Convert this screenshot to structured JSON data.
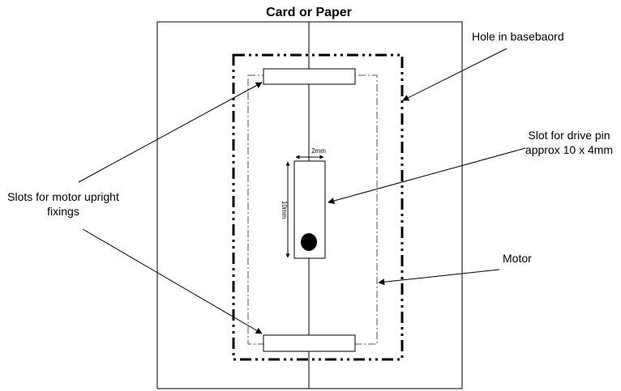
{
  "title": "Card or Paper",
  "labels": {
    "hole": "Hole in basebaord",
    "slots_line1": "Slots for motor upright",
    "slots_line2": "fixings",
    "drive_line1": "Slot for drive pin",
    "drive_line2": "approx 10 x 4mm",
    "motor": "Motor",
    "dim_width": "2mm",
    "dim_height": "10mm"
  },
  "colors": {
    "stroke": "#000000",
    "background": "#ffffff"
  }
}
